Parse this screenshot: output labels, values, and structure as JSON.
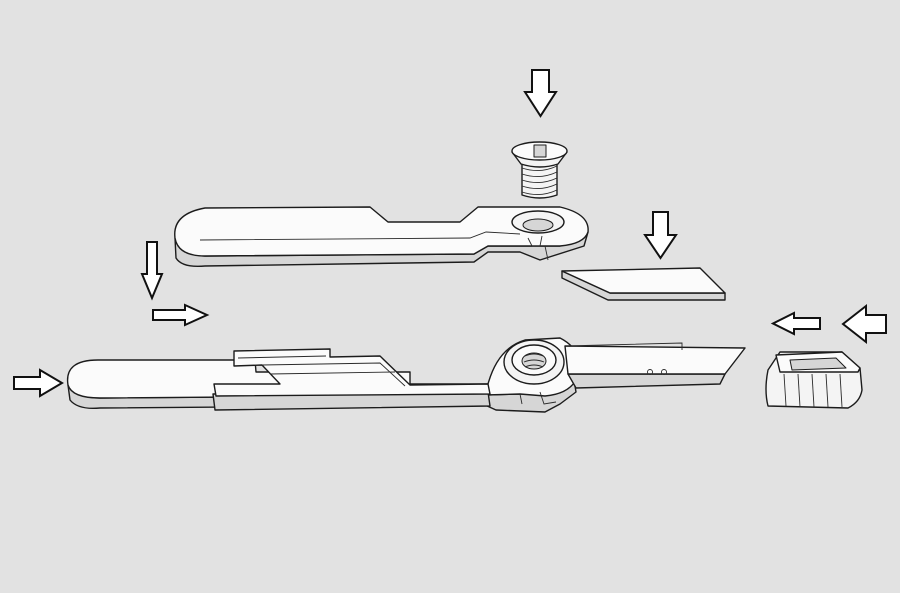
{
  "diagram": {
    "kind": "exploded-assembly",
    "colors": {
      "background": "#e2e2e2",
      "part": "#f4f4f4",
      "outline": "#1c1c1c",
      "arrow_fill": "#ffffff"
    },
    "parts": [
      "countersunk-screw",
      "upper-handle-half",
      "replacement-blade",
      "lower-handle-half",
      "slider-carriage",
      "utility-blade",
      "end-cap"
    ],
    "arrows": [
      {
        "name": "arrow-down-screw",
        "direction": "down"
      },
      {
        "name": "arrow-down-blade",
        "direction": "down"
      },
      {
        "name": "arrow-down-left",
        "direction": "down"
      },
      {
        "name": "arrow-right-slider",
        "direction": "right"
      },
      {
        "name": "arrow-right-handle",
        "direction": "right"
      },
      {
        "name": "arrow-left-cap-inner",
        "direction": "left"
      },
      {
        "name": "arrow-left-cap-outer",
        "direction": "left"
      }
    ]
  }
}
